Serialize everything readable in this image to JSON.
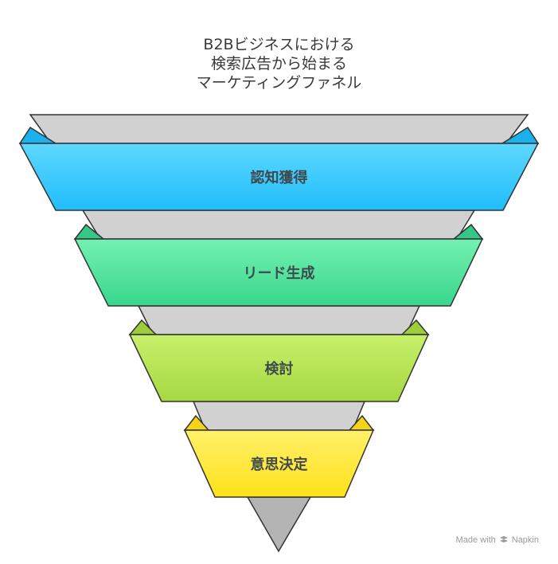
{
  "title_lines": [
    "B2Bビジネスにおける",
    "検索広告から始まる",
    "マーケティングファネル"
  ],
  "stages": [
    {
      "label": "認知獲得",
      "color_top": "#5ed8ff",
      "color_bottom": "#21bdfb"
    },
    {
      "label": "リード生成",
      "color_top": "#74f1b2",
      "color_bottom": "#39d68d"
    },
    {
      "label": "検討",
      "color_top": "#c8f06a",
      "color_bottom": "#a5d842"
    },
    {
      "label": "意思決定",
      "color_top": "#fff06a",
      "color_bottom": "#ffe21a"
    }
  ],
  "funnel_back_color": "#d1d1d1",
  "funnel_tip_color": "#b4b4b4",
  "brand": {
    "made_with": "Made with",
    "name": "Napkin",
    "icon": "napkin-logo-icon"
  }
}
